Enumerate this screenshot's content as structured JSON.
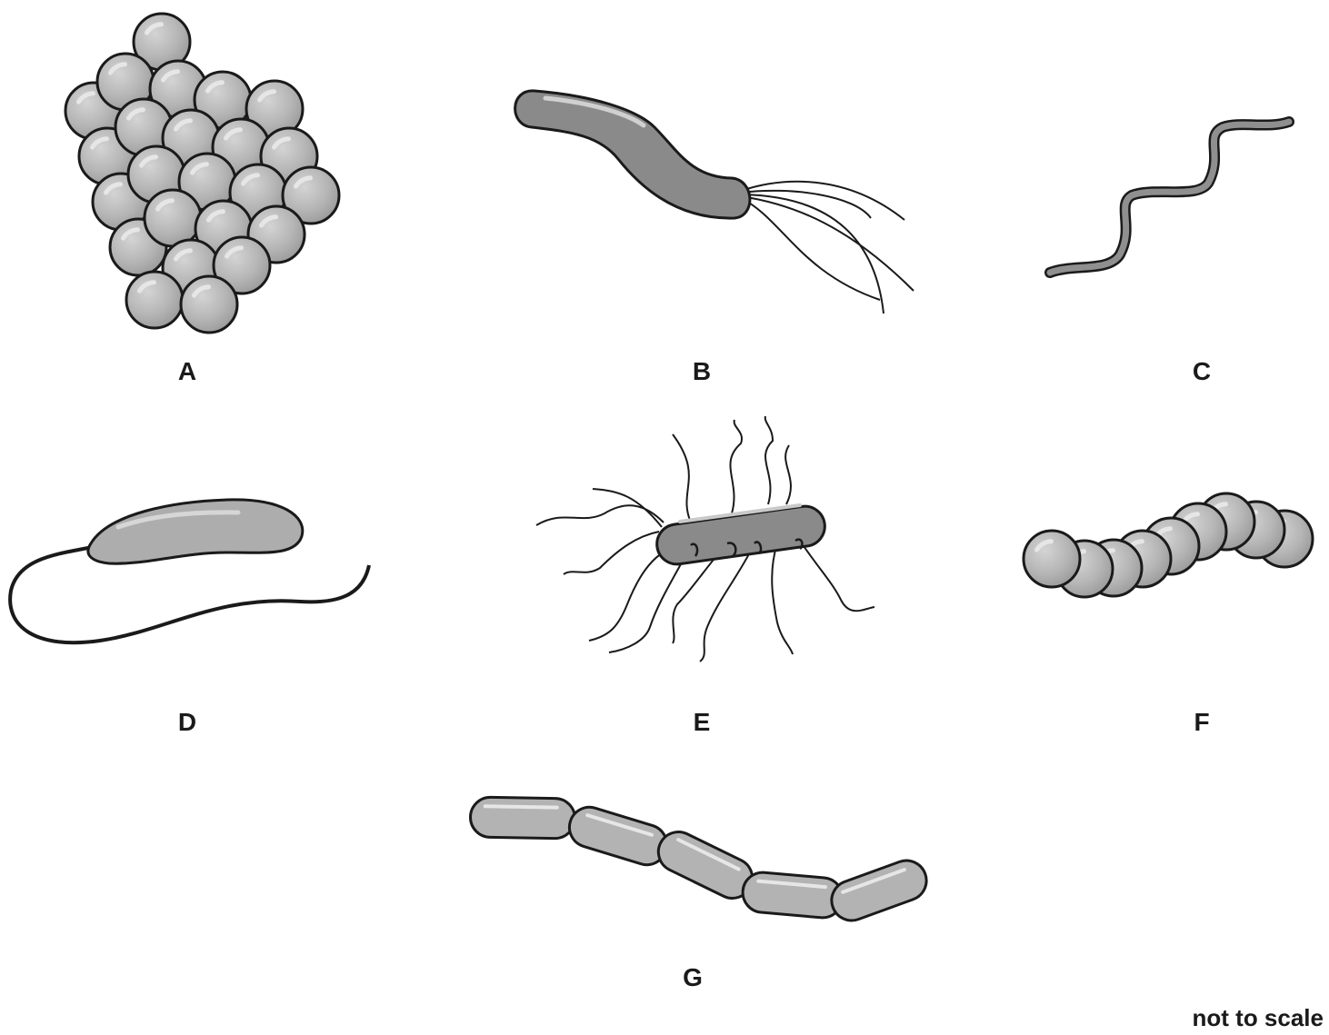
{
  "labels": {
    "a": "A",
    "b": "B",
    "c": "C",
    "d": "D",
    "e": "E",
    "f": "F",
    "g": "G"
  },
  "note": "not to scale",
  "colors": {
    "cell_light": "#b3b3b3",
    "cell_dark": "#8a8a8a",
    "highlight": "#e6e6e6",
    "outline": "#1a1a1a"
  }
}
